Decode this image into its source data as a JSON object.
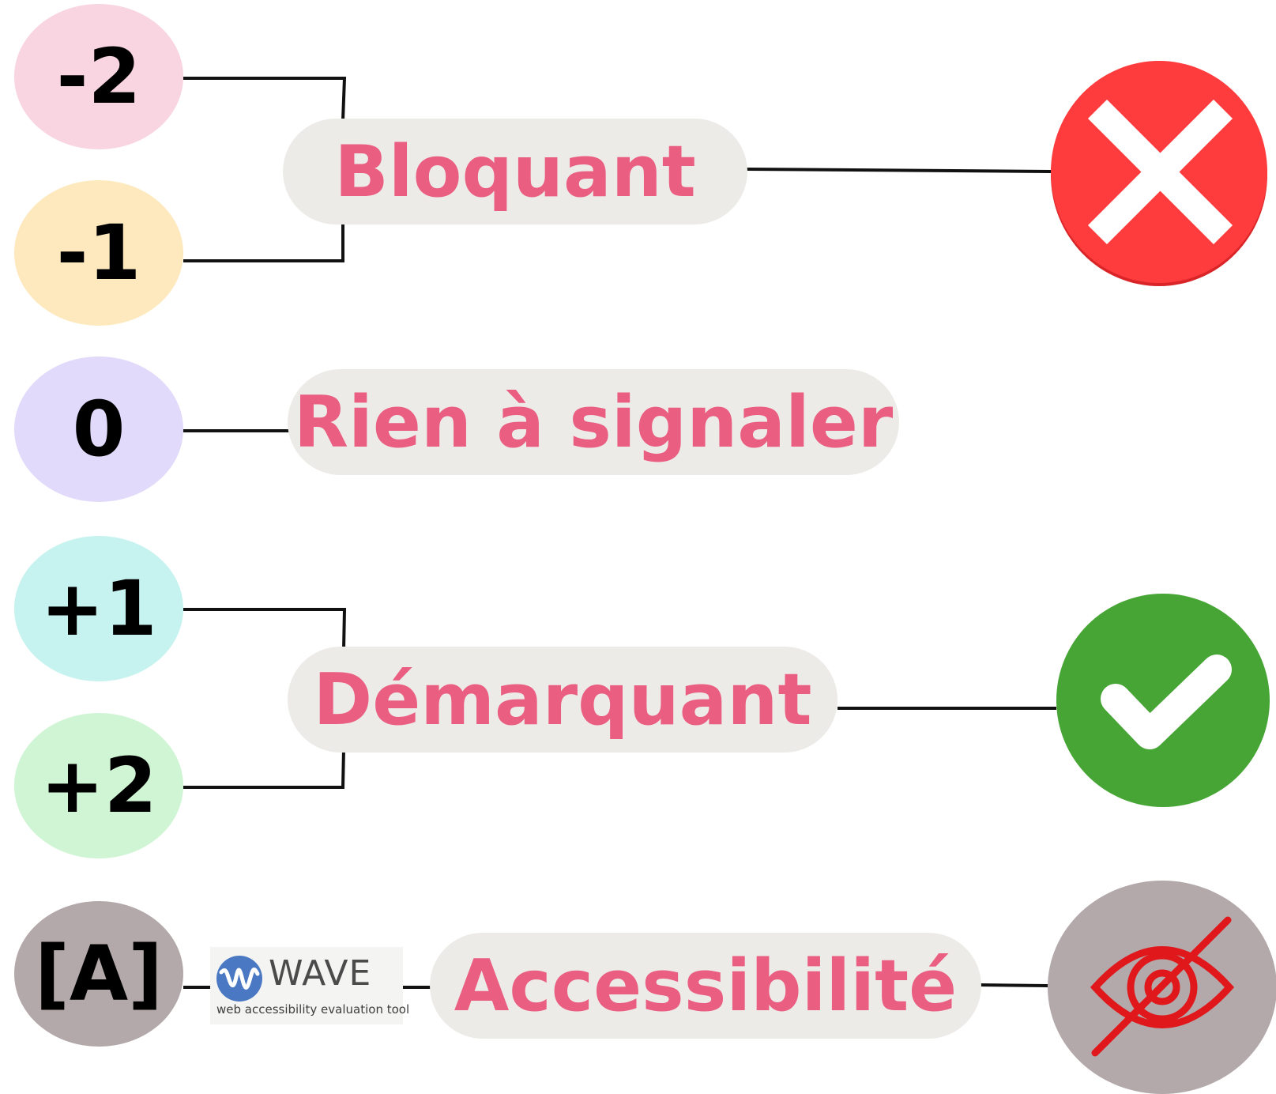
{
  "scores": {
    "minus2": {
      "label": "-2",
      "color": "#f8d5e0"
    },
    "minus1": {
      "label": "-1",
      "color": "#fde9bd"
    },
    "zero": {
      "label": "0",
      "color": "#e1dafa"
    },
    "plus1": {
      "label": "+1",
      "color": "#c6f3ef"
    },
    "plus2": {
      "label": "+2",
      "color": "#d0f5d4"
    },
    "access": {
      "label": "[A]",
      "color": "#b3a9aa"
    }
  },
  "categories": {
    "blocking": "Bloquant",
    "nothing": "Rien à signaler",
    "standout": "Démarquant",
    "accessibility": "Accessibilité"
  },
  "badges": {
    "cross": {
      "icon": "close-icon",
      "color": "#fe3b3d"
    },
    "check": {
      "icon": "check-icon",
      "color": "#46a534"
    },
    "eye": {
      "icon": "eye-off-icon",
      "color": "#b3a9aa",
      "stroke": "#e0181b"
    }
  },
  "wave": {
    "name": "WAVE",
    "tagline": "web accessibility evaluation tool",
    "icon": "wave-logo-icon",
    "color": "#4a78c2"
  },
  "pill_color": "#edebe7",
  "label_color": "#ea5e82"
}
